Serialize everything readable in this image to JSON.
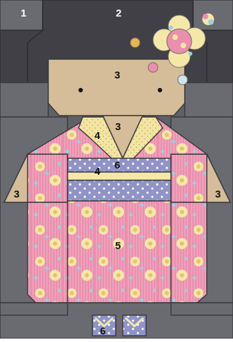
{
  "labels": {
    "l1": "1",
    "l2": "2",
    "l3_face": "3",
    "l3_neck": "3",
    "l3_left": "3",
    "l3_right": "3",
    "l4_collar": "4",
    "l4_sash": "4",
    "l5": "5",
    "l6_sash": "6",
    "l6_feet": "6"
  },
  "colors": {
    "background_grey": "#5f5f66",
    "dark_hair": "#3c3c42",
    "skin": "#d4bc98",
    "kimono_pink": "#e98fae",
    "sash_blue": "#8f93c6",
    "collar_yellow": "#f1e6a6",
    "outline": "#4a4a4a"
  }
}
